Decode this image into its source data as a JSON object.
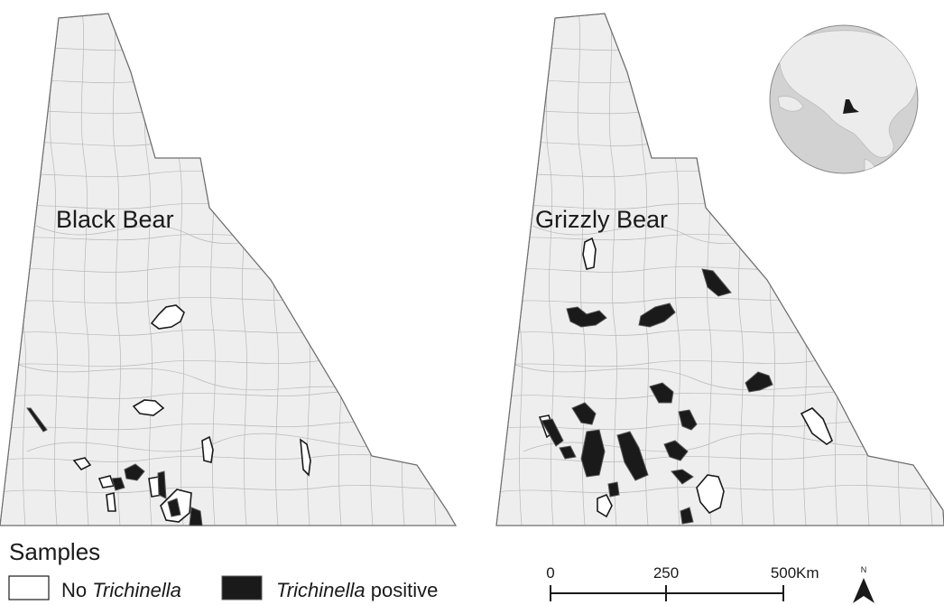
{
  "maps": {
    "left": {
      "title": "Black Bear"
    },
    "right": {
      "title": "Grizzly Bear"
    }
  },
  "legend": {
    "heading": "Samples",
    "negative_prefix": "No ",
    "negative_italic": "Trichinella",
    "positive_italic": "Trichinella",
    "positive_suffix": " positive"
  },
  "scalebar": {
    "ticks": [
      "0",
      "250",
      "500"
    ],
    "unit": "Km"
  },
  "north_label": "N",
  "colors": {
    "territory_fill": "#eeeeee",
    "boundary": "#b8b8b8",
    "positive": "#1a1a1a",
    "negative": "#ffffff",
    "globe_ocean": "#d2d2d2",
    "globe_land": "#ececec"
  }
}
